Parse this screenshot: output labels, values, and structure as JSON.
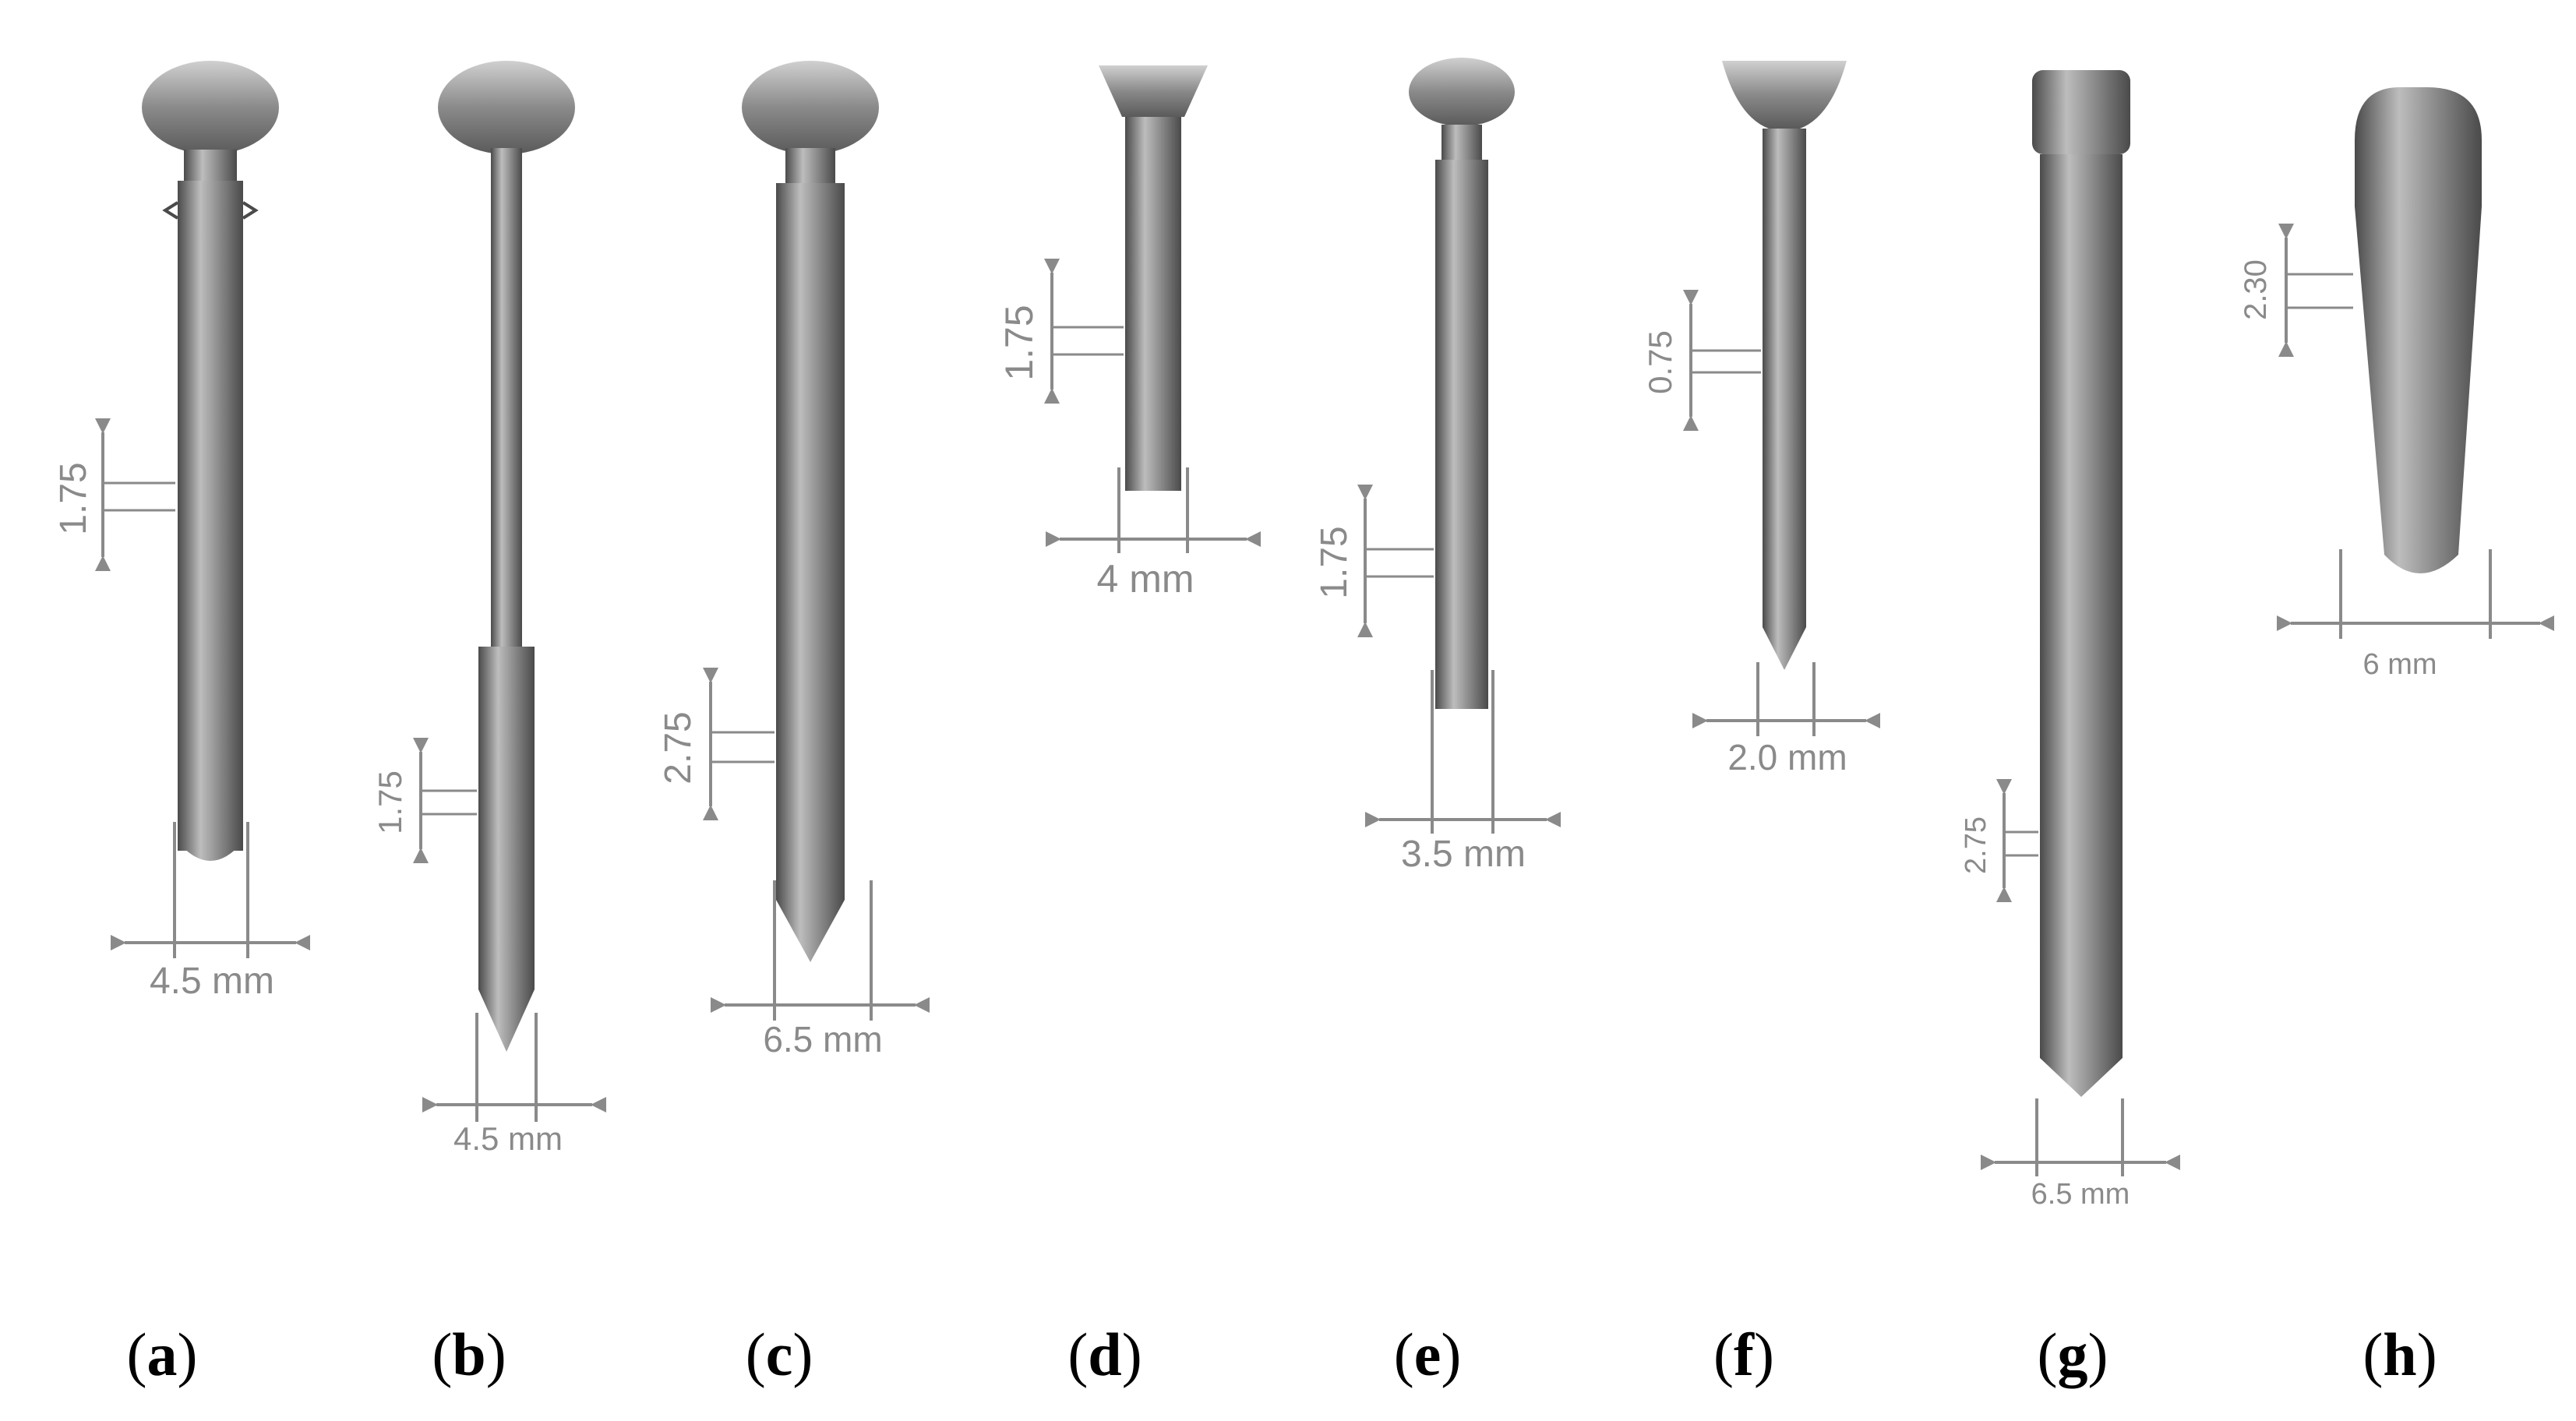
{
  "figure": {
    "panels": [
      {
        "id": "a",
        "label": "a",
        "diameter": "4.5 mm",
        "pitch": "1.75",
        "head": "round",
        "thread": "full"
      },
      {
        "id": "b",
        "label": "b",
        "diameter": "4.5 mm",
        "pitch": "1.75",
        "head": "round",
        "thread": "partial"
      },
      {
        "id": "c",
        "label": "c",
        "diameter": "6.5 mm",
        "pitch": "2.75",
        "head": "round",
        "thread": "full"
      },
      {
        "id": "d",
        "label": "d",
        "diameter": "4 mm",
        "pitch": "1.75",
        "head": "countersunk",
        "thread": "full"
      },
      {
        "id": "e",
        "label": "e",
        "diameter": "3.5 mm",
        "pitch": "1.75",
        "head": "round",
        "thread": "full"
      },
      {
        "id": "f",
        "label": "f",
        "diameter": "2.0 mm",
        "pitch": "0.75",
        "head": "countersunk",
        "thread": "full"
      },
      {
        "id": "g",
        "label": "g",
        "diameter": "6.5 mm",
        "pitch": "2.75",
        "head": "cylinder",
        "thread": "full"
      },
      {
        "id": "h",
        "label": "h",
        "diameter": "6 mm",
        "pitch": "2.30",
        "head": "dome",
        "thread": "full"
      }
    ],
    "colors": {
      "metal_dark": "#4a4a4a",
      "metal_mid": "#7a7a7a",
      "metal_light": "#c4c4c4",
      "dimension": "#8a8a8a",
      "caption": "#000000"
    }
  }
}
